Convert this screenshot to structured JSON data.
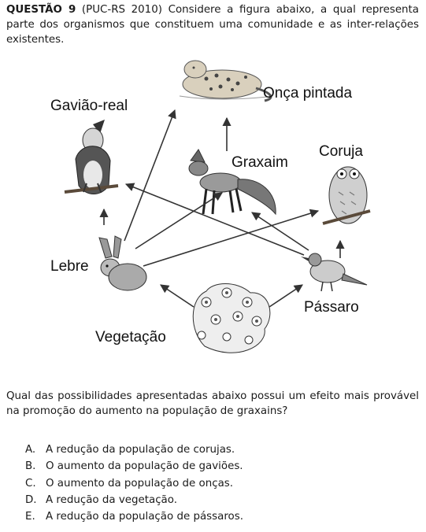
{
  "intro": {
    "number": "QUESTÃO 9",
    "text": " (PUC-RS 2010) Considere a figura abaixo, a qual representa parte dos organismos que constituem uma comunidade e as inter-relações existentes."
  },
  "figure": {
    "labels": {
      "onca": "Onça pintada",
      "gaviao": "Gavião-real",
      "graxaim": "Graxaim",
      "coruja": "Coruja",
      "lebre": "Lebre",
      "passaro": "Pássaro",
      "vegetacao": "Vegetação"
    }
  },
  "question": "Qual das possibilidades apresentadas abaixo possui um efeito mais provável na promoção do aumento na população de graxains?",
  "options": [
    {
      "letter": "A.",
      "text": "A redução da população de corujas."
    },
    {
      "letter": "B.",
      "text": "O aumento da população de gaviões."
    },
    {
      "letter": "C.",
      "text": "O aumento da população de onças."
    },
    {
      "letter": "D.",
      "text": "A redução da vegetação."
    },
    {
      "letter": "E.",
      "text": "A redução da população de pássaros."
    }
  ]
}
